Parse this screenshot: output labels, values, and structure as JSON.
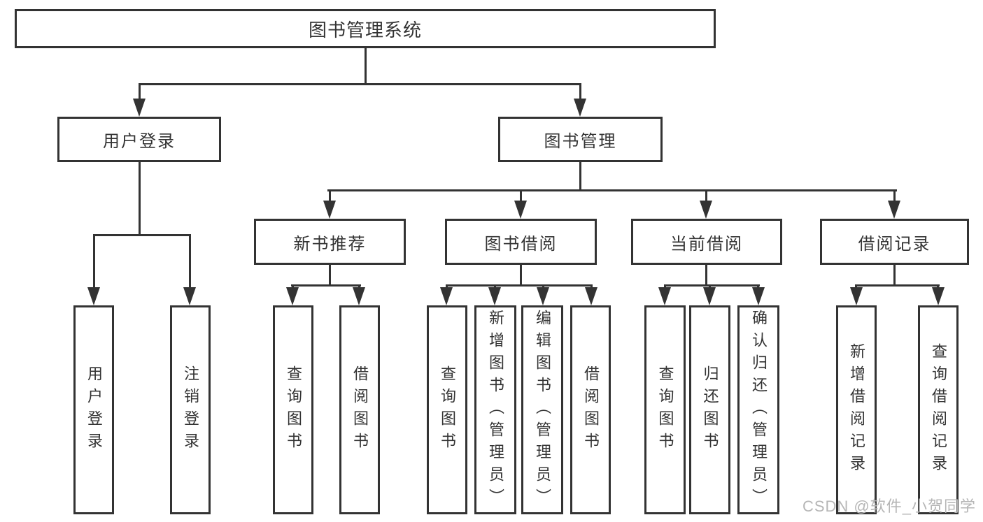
{
  "tree": {
    "label": "图书管理系统",
    "children": [
      {
        "label": "用户登录",
        "children": [
          {
            "label": "用户登录"
          },
          {
            "label": "注销登录"
          }
        ]
      },
      {
        "label": "图书管理",
        "children": [
          {
            "label": "新书推荐",
            "children": [
              {
                "label": "查询图书"
              },
              {
                "label": "借阅图书"
              }
            ]
          },
          {
            "label": "图书借阅",
            "children": [
              {
                "label": "查询图书"
              },
              {
                "label": "新增图书（管理员）"
              },
              {
                "label": "编辑图书（管理员）"
              },
              {
                "label": "借阅图书"
              }
            ]
          },
          {
            "label": "当前借阅",
            "children": [
              {
                "label": "查询图书"
              },
              {
                "label": "归还图书"
              },
              {
                "label": "确认归还（管理员）"
              }
            ]
          },
          {
            "label": "借阅记录",
            "children": [
              {
                "label": "新增借阅记录"
              },
              {
                "label": "查询借阅记录"
              }
            ]
          }
        ]
      }
    ]
  },
  "watermark": {
    "text": "CSDN @软件_小贺同学"
  },
  "colors": {
    "line": "#333333",
    "box_border": "#333333",
    "text": "#333333",
    "watermark": "#b6b6b6",
    "background": "#ffffff"
  }
}
